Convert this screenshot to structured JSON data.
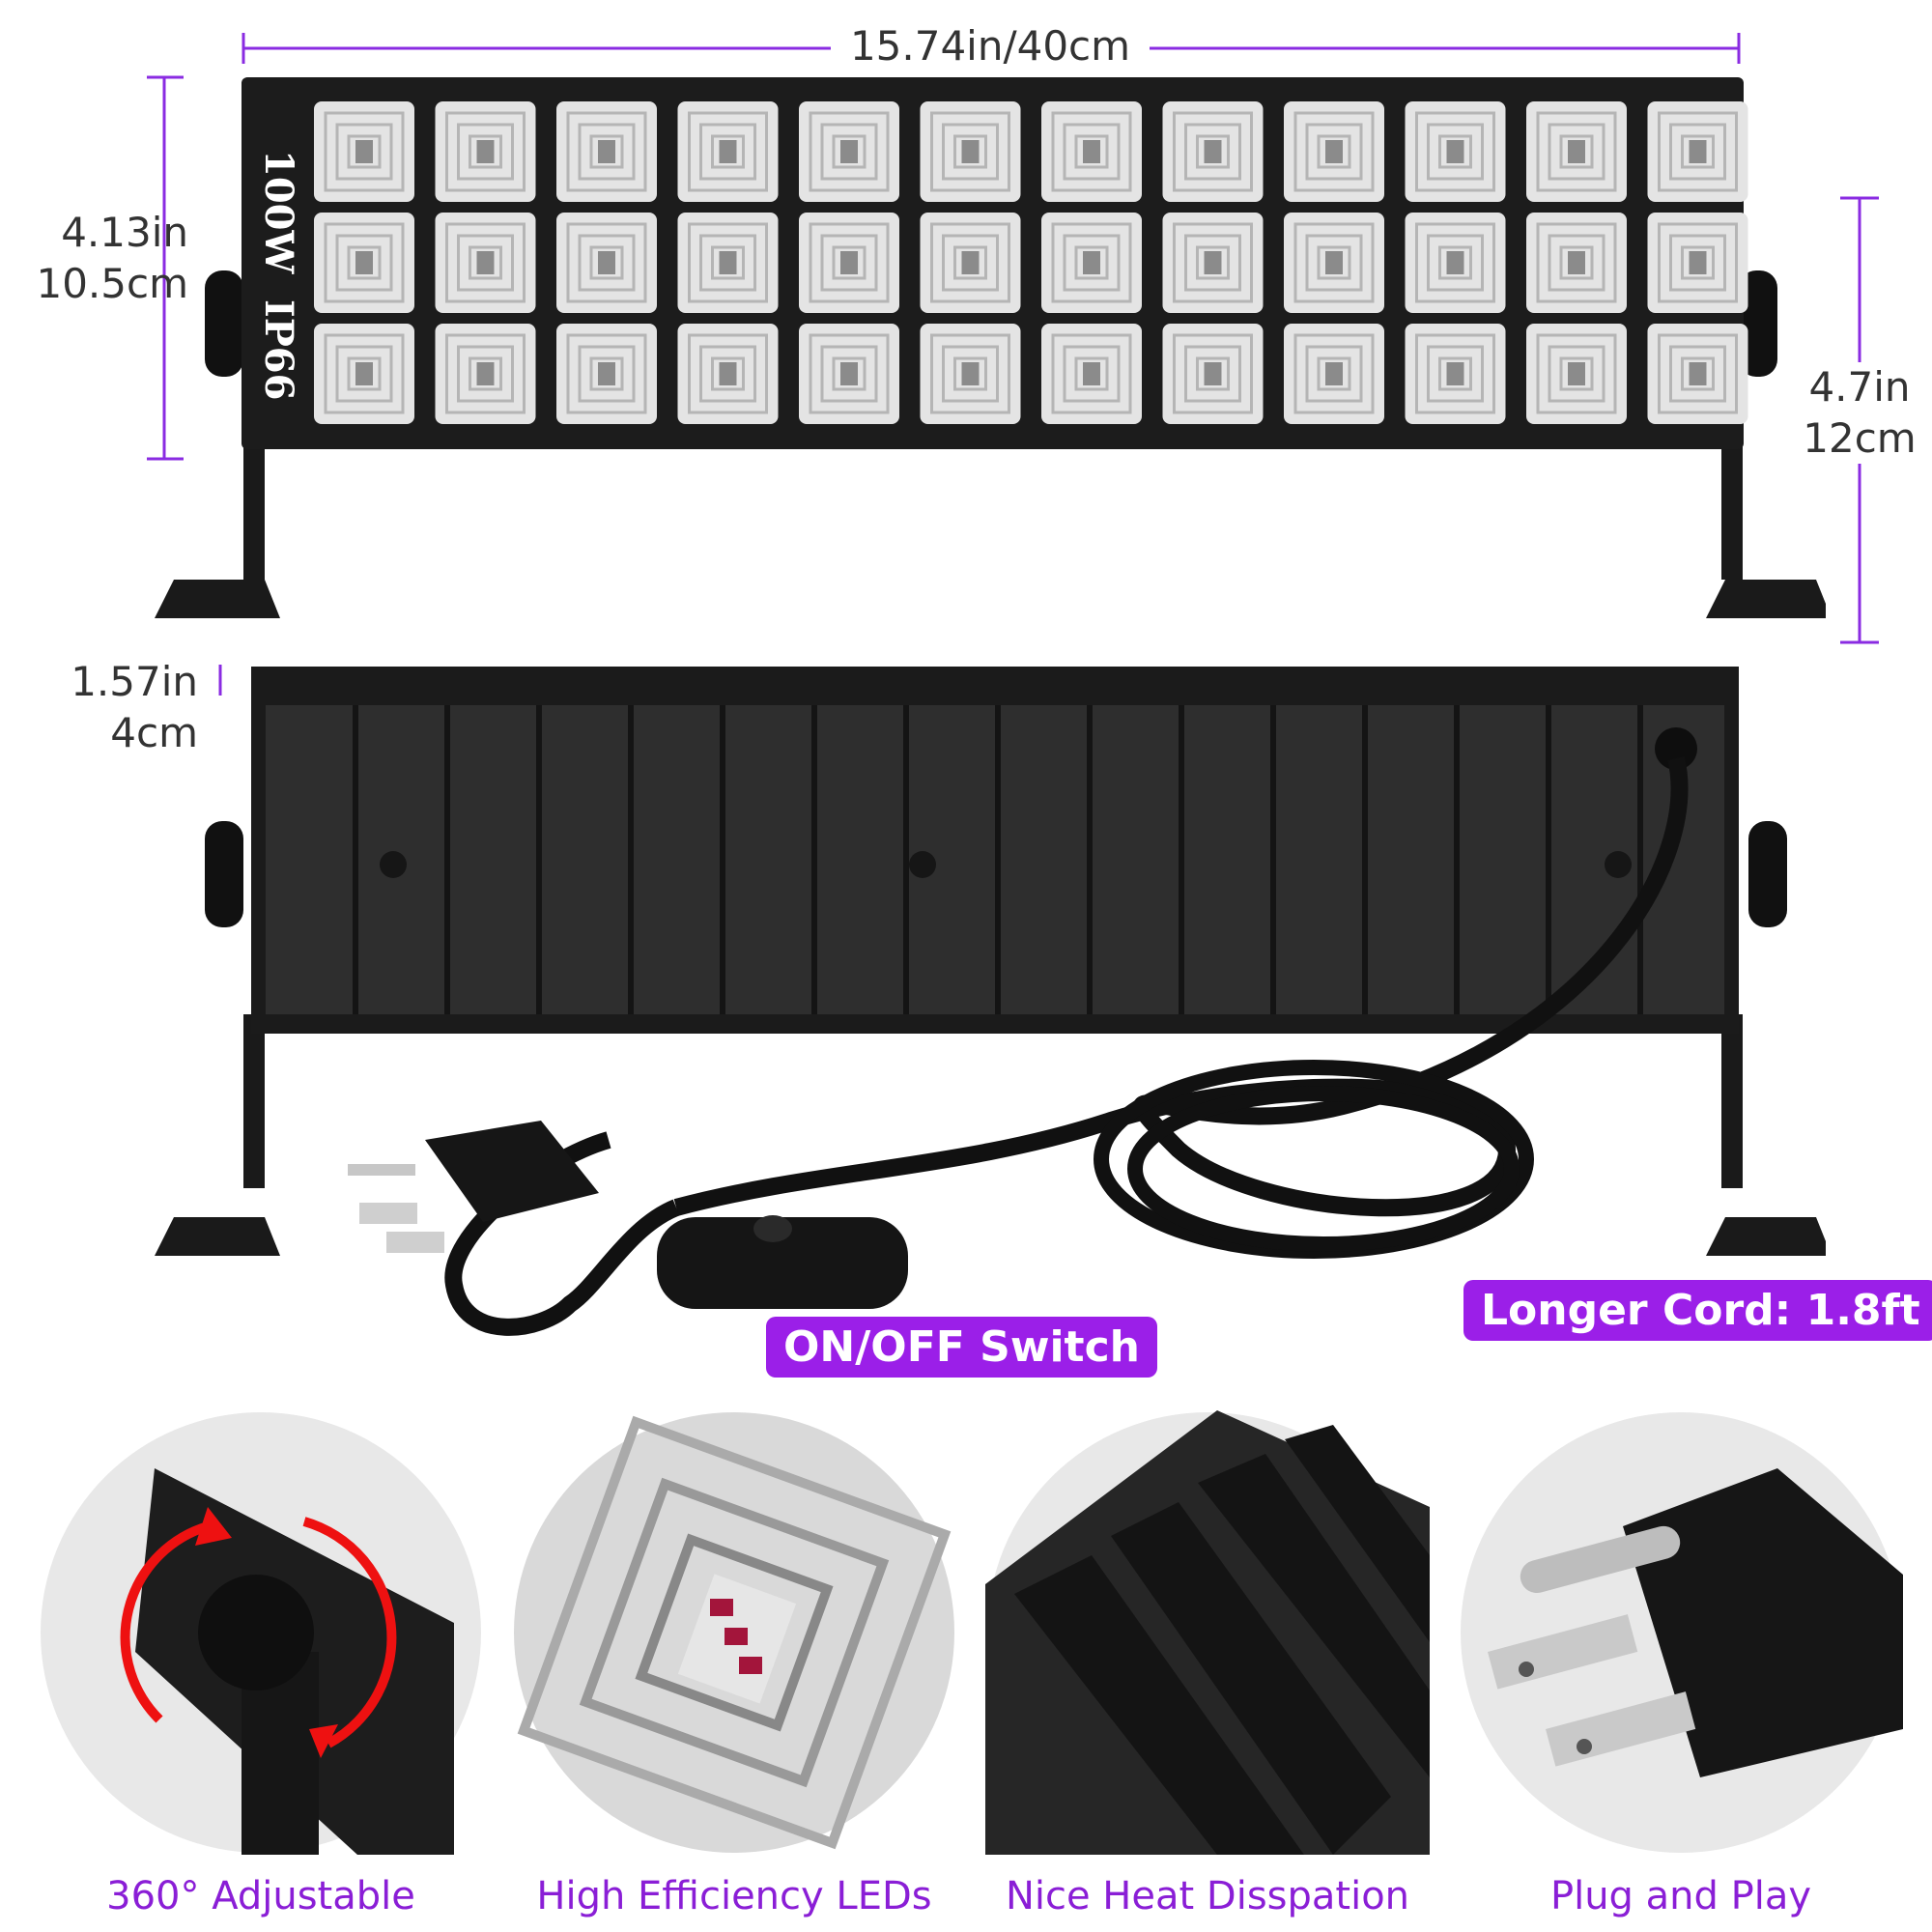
{
  "dimensions": {
    "width": "15.74in/40cm",
    "height_front_in": "4.13in",
    "height_front_cm": "10.5cm",
    "height_total_in": "4.7in",
    "height_total_cm": "12cm",
    "depth_in": "1.57in",
    "depth_cm": "4cm"
  },
  "fixture": {
    "power": "100W",
    "rating": "IP66",
    "led_rows": 3,
    "led_cols": 12
  },
  "callouts": {
    "cord": "Longer Cord: 1.8ft",
    "switch": "ON/OFF Switch"
  },
  "features": [
    {
      "label": "360° Adjustable",
      "icon": "knob-rotate-icon"
    },
    {
      "label": "High Efficiency LEDs",
      "icon": "led-closeup-icon"
    },
    {
      "label": "Nice Heat Disspation",
      "icon": "heatsink-fins-icon"
    },
    {
      "label": "Plug and Play",
      "icon": "plug-icon"
    }
  ],
  "colors": {
    "accent": "#9b1fe8",
    "dimension_line": "#8a2be2",
    "body": "#1a1a1a"
  }
}
